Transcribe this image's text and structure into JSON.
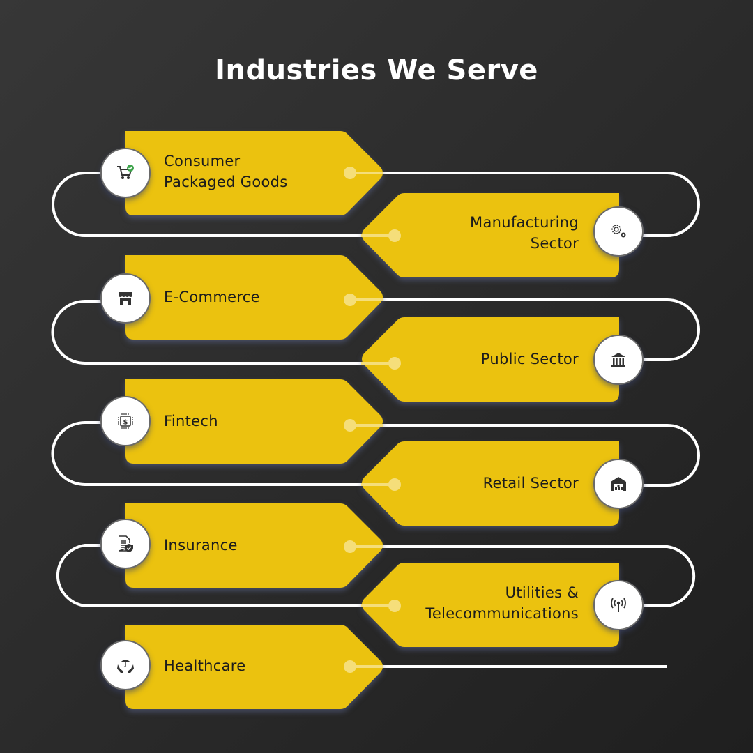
{
  "title": "Industries We Serve",
  "colors": {
    "tag": "#EBC20F",
    "line": "#FFFFFF",
    "text": "#1C1C1C",
    "icon": "#333333",
    "check": "#3CA34A"
  },
  "industries": [
    {
      "label_line1": "Consumer",
      "label_line2": "Packaged Goods",
      "icon": "shopping-cart-check-icon",
      "side": "left"
    },
    {
      "label_line1": "Manufacturing",
      "label_line2": "Sector",
      "icon": "gears-icon",
      "side": "right"
    },
    {
      "label_line1": "E-Commerce",
      "label_line2": "",
      "icon": "storefront-icon",
      "side": "left"
    },
    {
      "label_line1": "Public Sector",
      "label_line2": "",
      "icon": "government-building-icon",
      "side": "right"
    },
    {
      "label_line1": "Fintech",
      "label_line2": "",
      "icon": "dollar-chip-icon",
      "side": "left"
    },
    {
      "label_line1": "Retail Sector",
      "label_line2": "",
      "icon": "warehouse-icon",
      "side": "right"
    },
    {
      "label_line1": "Insurance",
      "label_line2": "",
      "icon": "document-shield-icon",
      "side": "left"
    },
    {
      "label_line1": "Utilities &",
      "label_line2": "Telecommunications",
      "icon": "antenna-signal-icon",
      "side": "right"
    },
    {
      "label_line1": "Healthcare",
      "label_line2": "",
      "icon": "hands-umbrella-icon",
      "side": "left"
    }
  ]
}
